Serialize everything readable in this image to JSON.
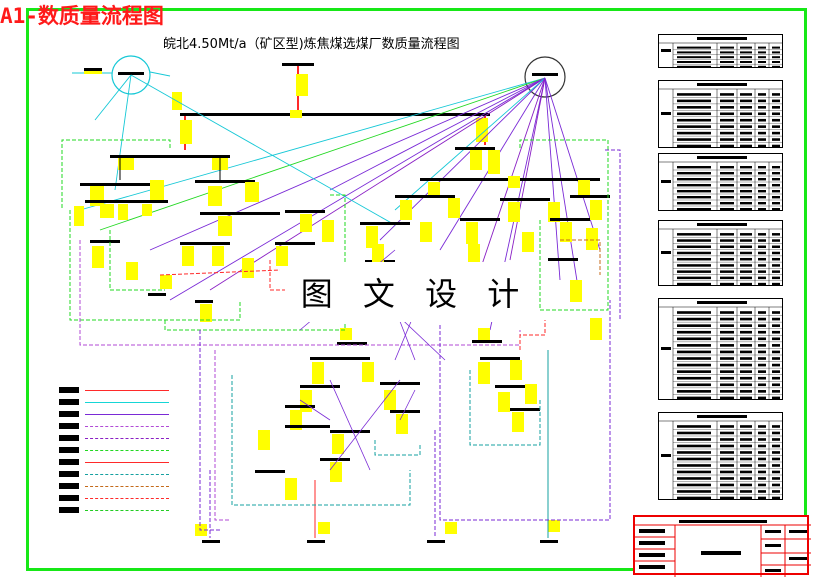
{
  "drawing_tag": "A1-数质量流程图",
  "drawing_title": "皖北4.50Mt/a（矿区型)炼焦煤选煤厂数质量流程图",
  "watermark": "图 文 设 计",
  "legend": {
    "line_colors": [
      "#ff2a2a",
      "#16d6d6",
      "#7a2ad6",
      "#b04ad6",
      "#8a1fc4",
      "#22d822",
      "#ff2a2a",
      "#16a0a0",
      "#c46a1a",
      "#ff2a2a",
      "#22cc22"
    ],
    "line_styles": [
      "solid",
      "solid",
      "solid",
      "dashed",
      "dashed",
      "dashed",
      "solid",
      "dashed",
      "dashed",
      "dashed",
      "dashed"
    ]
  },
  "tables_count": 6,
  "colors": {
    "frame": "#17e817",
    "tag_text": "#ff1a1a",
    "label_fill": "#ffff00",
    "titleblock_border": "#ff0000"
  }
}
